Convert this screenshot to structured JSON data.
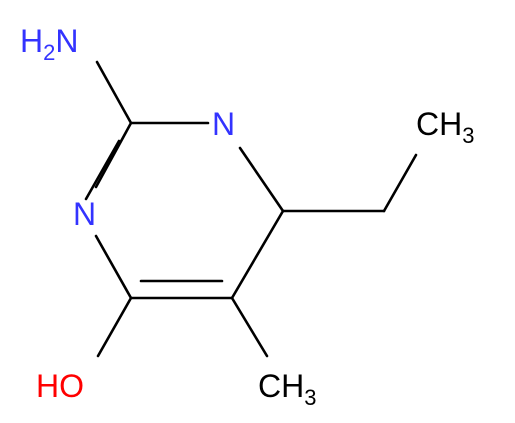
{
  "molecule": {
    "atoms": {
      "amine": {
        "label": "H",
        "sub": "2",
        "tail": "N"
      },
      "n1": {
        "label": "N"
      },
      "n3": {
        "label": "N"
      },
      "hydroxy": {
        "label": "HO"
      },
      "ethyl_ch3": {
        "label": "CH",
        "sub": "3"
      },
      "methyl_ch3": {
        "label": "CH",
        "sub": "3"
      }
    },
    "colors": {
      "bond": "#000000",
      "nitrogen": "#3333ff",
      "oxygen": "#ff0000",
      "carbon": "#000000"
    }
  }
}
